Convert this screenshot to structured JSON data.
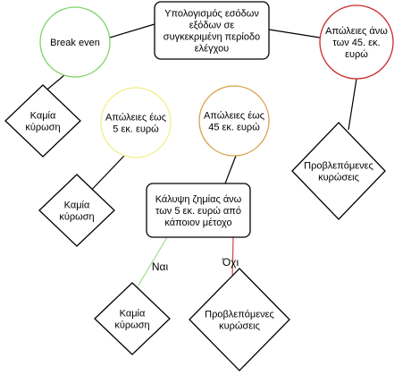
{
  "nodes": {
    "root": {
      "shape": "rounded-rect",
      "lines": [
        "Υπολογισμός εσόδων",
        "εξόδων σε",
        "συγκεκριμένη περίοδο",
        "ελέγχου"
      ],
      "stroke": "#000000"
    },
    "break_even": {
      "shape": "circle",
      "lines": [
        "Break even"
      ],
      "stroke": "#7fd26a"
    },
    "loss_under_5": {
      "shape": "circle",
      "lines": [
        "Απώλειες έως",
        "5 εκ. ευρώ"
      ],
      "stroke": "#f2ee8a"
    },
    "loss_under_45": {
      "shape": "circle",
      "lines": [
        "Απώλειες έως",
        "45 εκ. ευρώ"
      ],
      "stroke": "#d9a04a"
    },
    "loss_over_45": {
      "shape": "circle",
      "lines": [
        "Απώλειες άνω",
        "των 45. εκ.",
        "ευρώ"
      ],
      "stroke": "#cc2b2b"
    },
    "coverage": {
      "shape": "rounded-rect",
      "lines": [
        "Κάλυψη ζημίας άνω",
        "των 5 εκ. ευρώ από",
        "κάποιον μέτοχο"
      ],
      "stroke": "#000000"
    },
    "no_sanction_1": {
      "shape": "diamond",
      "lines": [
        "Καμία",
        "κύρωση"
      ],
      "stroke": "#000000"
    },
    "no_sanction_2": {
      "shape": "diamond",
      "lines": [
        "Καμία",
        "κύρωση"
      ],
      "stroke": "#000000"
    },
    "no_sanction_3": {
      "shape": "diamond",
      "lines": [
        "Καμία",
        "κύρωση"
      ],
      "stroke": "#000000"
    },
    "sanctions_1": {
      "shape": "diamond",
      "lines": [
        "Προβλεπόμενες",
        "κυρώσεις"
      ],
      "stroke": "#000000"
    },
    "sanctions_2": {
      "shape": "diamond",
      "lines": [
        "Προβλεπόμενες",
        "κυρώσεις"
      ],
      "stroke": "#000000"
    }
  },
  "edges": [
    {
      "id": "root-break-even",
      "from": "root",
      "to": "break_even",
      "color": "#000000"
    },
    {
      "id": "root-loss-over-45",
      "from": "root",
      "to": "loss_over_45",
      "color": "#000000"
    },
    {
      "id": "break-even-no-sanction",
      "from": "break_even",
      "to": "no_sanction_1",
      "color": "#000000"
    },
    {
      "id": "loss-5-no-sanction",
      "from": "loss_under_5",
      "to": "no_sanction_2",
      "color": "#000000"
    },
    {
      "id": "loss-45-coverage",
      "from": "loss_under_45",
      "to": "coverage",
      "color": "#000000"
    },
    {
      "id": "loss-over-45-sanctions",
      "from": "loss_over_45",
      "to": "sanctions_1",
      "color": "#000000"
    },
    {
      "id": "coverage-yes",
      "from": "coverage",
      "to": "no_sanction_3",
      "color": "#9ee08c",
      "label": "Ναι"
    },
    {
      "id": "coverage-no",
      "from": "coverage",
      "to": "sanctions_2",
      "color": "#c94a4a",
      "label": "Όχι"
    }
  ]
}
